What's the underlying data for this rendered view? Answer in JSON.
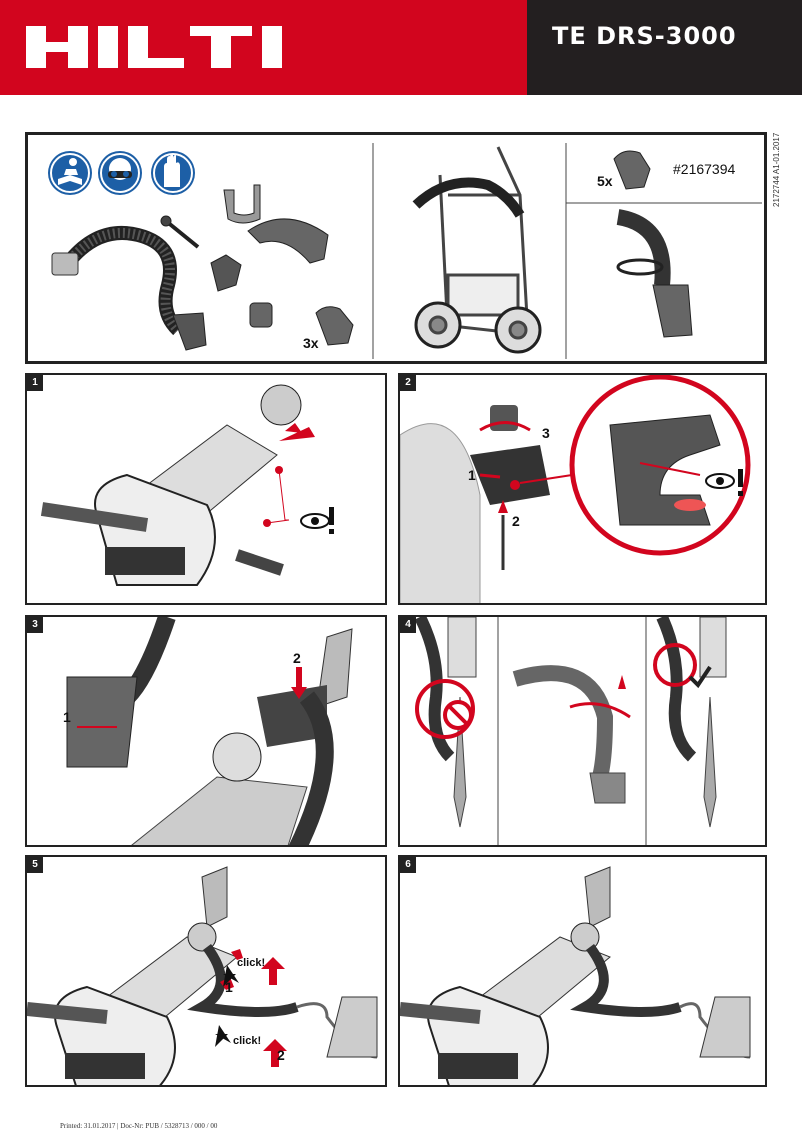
{
  "header": {
    "brand": "HILTI",
    "model": "TE DRS-3000",
    "doc_id": "2172744 A1-01.2017"
  },
  "colors": {
    "brand_red": "#d2051e",
    "header_black": "#231f20",
    "safety_blue": "#1d5fa6"
  },
  "overview": {
    "safety_icons": [
      "read-manual-icon",
      "eye-protection-icon",
      "gloves-icon"
    ],
    "parts_qty": "3x",
    "spare_qty": "5x",
    "spare_part_no": "#2167394"
  },
  "steps": [
    {
      "number": "1"
    },
    {
      "number": "2",
      "callouts": [
        "1",
        "2",
        "3"
      ]
    },
    {
      "number": "3",
      "callouts": [
        "1",
        "2"
      ]
    },
    {
      "number": "4"
    },
    {
      "number": "5",
      "callouts": [
        "click!",
        "1",
        "click!",
        "2"
      ]
    },
    {
      "number": "6"
    }
  ],
  "footer": {
    "text": "Printed: 31.01.2017 | Doc-Nr: PUB / 5328713 / 000 / 00"
  }
}
